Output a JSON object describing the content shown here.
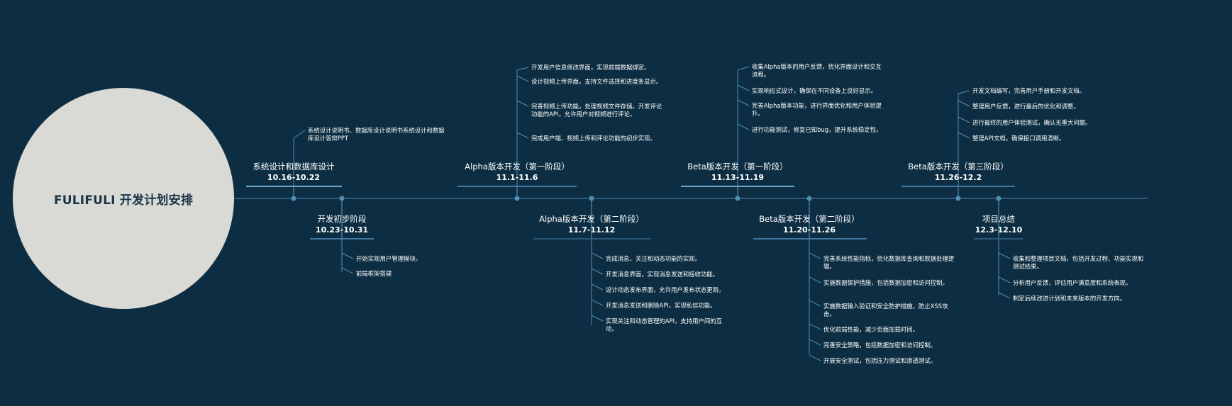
{
  "root": {
    "title": "FULIFULI 开发计划安排"
  },
  "colors": {
    "background": "#0d2e42",
    "line": "#2d5877",
    "accent": "#4f8fb5",
    "upper_underline": "#6aa7c9",
    "lower_underline": "#3f79a3",
    "root_fill": "#d9dad5"
  },
  "phases": [
    {
      "name": "系统设计和数据库设计",
      "date": "10.16-10.22",
      "tasks": [
        "系统设计说明书、数据库设计说明书系统设计和数据库设计答辩PPT"
      ]
    },
    {
      "name": "开发初步阶段",
      "date": "10.23-10.31",
      "tasks": [
        "开始实现用户管理模块。",
        "前端框架搭建"
      ]
    },
    {
      "name": "Alpha版本开发（第一阶段）",
      "date": "11.1-11.6",
      "tasks": [
        "开发用户信息修改界面，实现前端数据绑定。",
        "设计视频上传界面，支持文件选择和进度条显示。",
        "完善视频上传功能，处理视频文件存储。开发评论功能的API，允许用户对视频进行评论。",
        "完成用户端、视频上传和评论功能的初步实现。"
      ]
    },
    {
      "name": "Alpha版本开发（第二阶段）",
      "date": "11.7-11.12",
      "tasks": [
        "完成消息、关注和动态功能的实现。",
        "开发消息界面，实现消息发送和接收功能。",
        "设计动态发布界面，允许用户发布状态更新。",
        "开发消息发送和删除API，实现私信功能。",
        "实现关注和动态管理的API，支持用户间的互动。"
      ]
    },
    {
      "name": "Beta版本开发（第一阶段）",
      "date": "11.13-11.19",
      "tasks": [
        "收集Alpha版本的用户反馈，优化界面设计和交互流程。",
        "实现响应式设计，确保在不同设备上良好显示。",
        "完善Alpha版本功能，进行界面优化和用户体验提升。",
        "进行功能测试，修复已知bug，提升系统稳定性。"
      ]
    },
    {
      "name": "Beta版本开发（第二阶段）",
      "date": "11.20-11.26",
      "tasks": [
        "完善系统性能指标，优化数据库查询和数据处理逻辑。",
        "实施数据保护措施，包括数据加密和访问控制。",
        "实施数据输入验证和安全防护措施，防止XSS攻击。",
        "优化前端性能，减少页面加载时间。",
        "完善安全策略，包括数据加密和访问控制。",
        "开展安全测试，包括压力测试和渗透测试。"
      ]
    },
    {
      "name": "Beta版本开发（第三阶段）",
      "date": "11.26-12.2",
      "tasks": [
        "开发文档编写，完善用户手册和开发文档。",
        "整理用户反馈，进行最后的优化和调整。",
        "进行最终的用户体验测试，确认无重大问题。",
        "整理API文档，确保接口调用清晰。"
      ]
    },
    {
      "name": "项目总结",
      "date": "12.3-12.10",
      "tasks": [
        "收集和整理项目文档，包括开发过程、功能实现和测试结果。",
        "分析用户反馈，评估用户满意度和系统表现。",
        "制定后续改进计划和未来版本的开发方向。"
      ]
    }
  ]
}
